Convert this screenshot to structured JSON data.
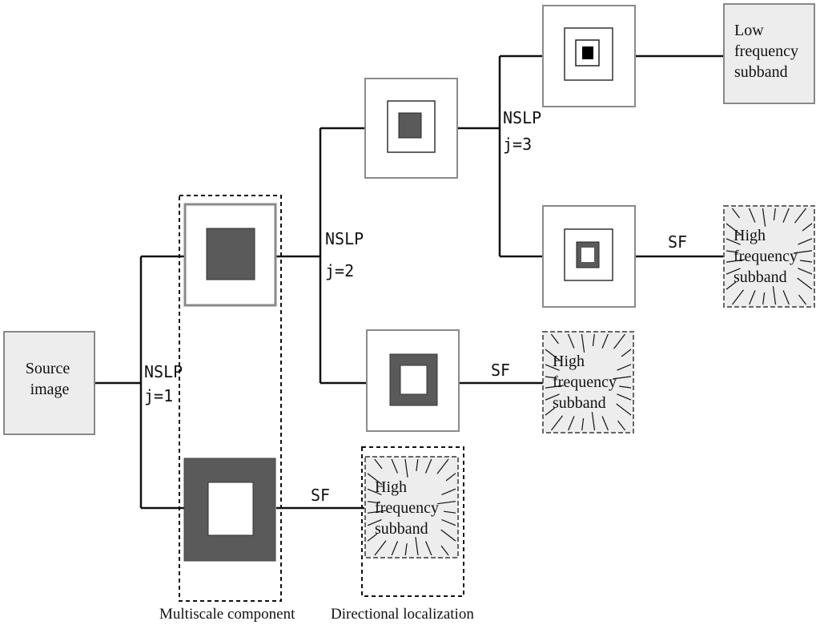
{
  "nodes": {
    "source_image": [
      "Source",
      "image"
    ],
    "low_frequency_subband": [
      "Low",
      "frequency",
      "subband"
    ],
    "high_frequency_subband": [
      "High",
      "frequency",
      "subband"
    ]
  },
  "operations": {
    "nslp": "NSLP",
    "sf": "SF",
    "level_1": "j=1",
    "level_2": "j=2",
    "level_3": "j=3"
  },
  "captions": {
    "multiscale": "Multiscale component",
    "directional": "Directional localization"
  },
  "colors": {
    "node_fill": "#ededed",
    "dark_square": "#5a5a5a",
    "line": "#111111",
    "tile_border": "#9a9a9a"
  }
}
